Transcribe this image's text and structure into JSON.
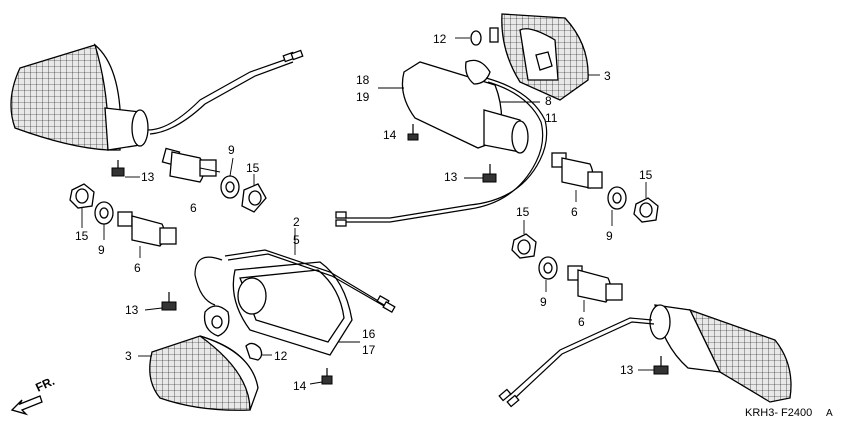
{
  "labels": {
    "n12_top": "12",
    "n3_top": "3",
    "n18": "18",
    "n19": "19",
    "n8": "8",
    "n11": "11",
    "n14_upper": "14",
    "n13_top_left": "13",
    "n13_mid_center": "13",
    "n9_left_upper": "9",
    "n15_left_upper": "15",
    "n6_left_upper": "6",
    "n15_left_lower": "15",
    "n9_left_lower": "9",
    "n6_left_lower": "6",
    "n2": "2",
    "n5": "5",
    "n13_lower_left": "13",
    "n16": "16",
    "n17": "17",
    "n3_lower": "3",
    "n12_lower": "12",
    "n14_lower": "14",
    "n6_right_upper": "6",
    "n15_right_upper": "15",
    "n9_right_upper": "9",
    "n15_right_mid": "15",
    "n9_right_mid": "9",
    "n6_right_lower": "6",
    "n13_lower_right": "13"
  },
  "front_marker": "FR.",
  "diagram_code": "KRH3- F2400",
  "diagram_code_suffix": "A"
}
